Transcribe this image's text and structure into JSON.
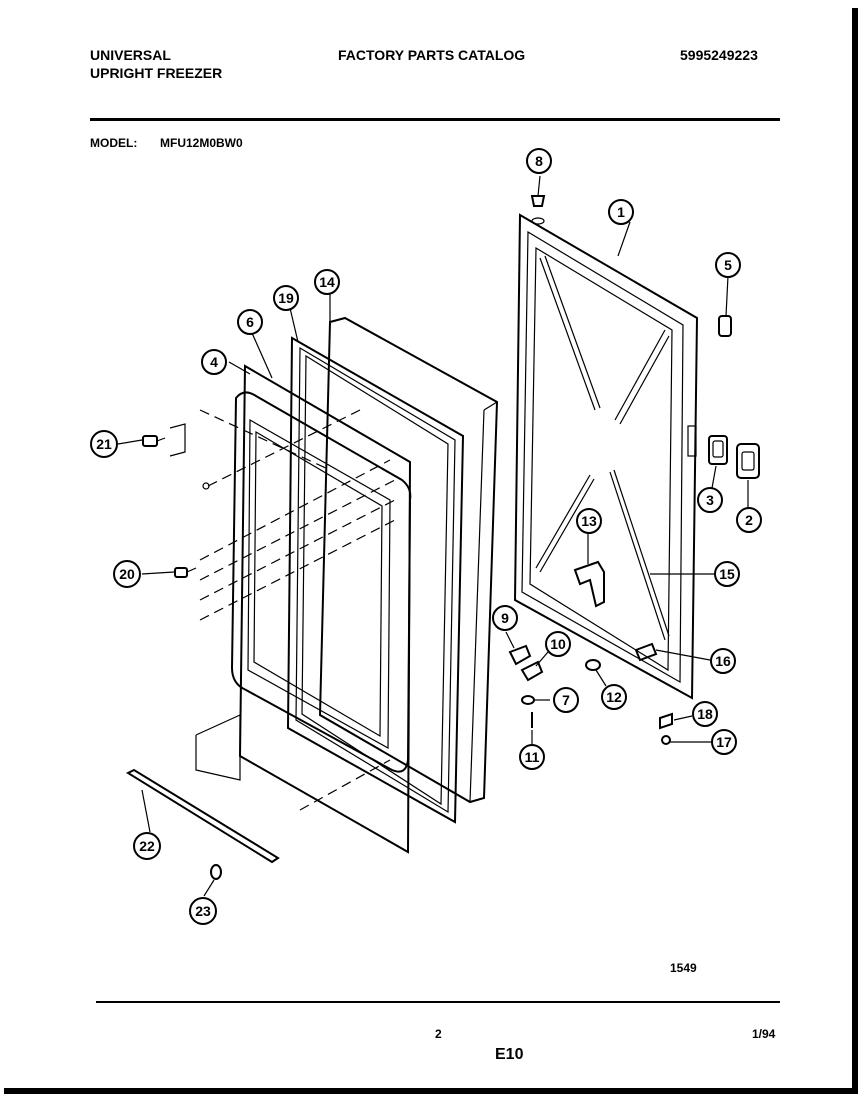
{
  "header": {
    "brand": "UNIVERSAL",
    "product": "UPRIGHT FREEZER",
    "catalog_title": "FACTORY PARTS CATALOG",
    "catalog_number": "5995249223",
    "model_label": "MODEL:",
    "model_number": "MFU12M0BW0"
  },
  "diagram": {
    "callouts": [
      "1",
      "2",
      "3",
      "4",
      "5",
      "6",
      "7",
      "8",
      "9",
      "10",
      "11",
      "12",
      "13",
      "14",
      "15",
      "16",
      "17",
      "18",
      "19",
      "20",
      "21",
      "22",
      "23"
    ],
    "figure_code": "1549"
  },
  "footer": {
    "page_number": "2",
    "date": "1/94",
    "section": "E10"
  }
}
